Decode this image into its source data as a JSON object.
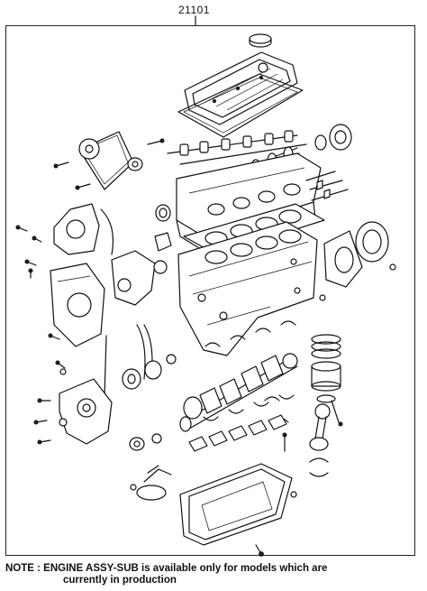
{
  "diagram": {
    "part_number": "21101",
    "note_line1": "NOTE : ENGINE ASSY-SUB is available only for models which are",
    "note_line2": "currently in production"
  }
}
